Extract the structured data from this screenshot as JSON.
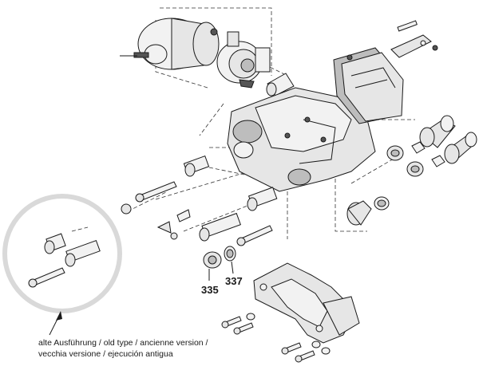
{
  "callouts": {
    "c335": "335",
    "c337": "337"
  },
  "legend": {
    "line1": "alte Ausführung / old type / ancienne version /",
    "line2": "vecchia versione / ejecución antigua"
  },
  "colors": {
    "line": "#1a1a1a",
    "part_fill": "#e6e6e6",
    "dark_fill": "#555555",
    "circle": "#d9d9d9"
  }
}
